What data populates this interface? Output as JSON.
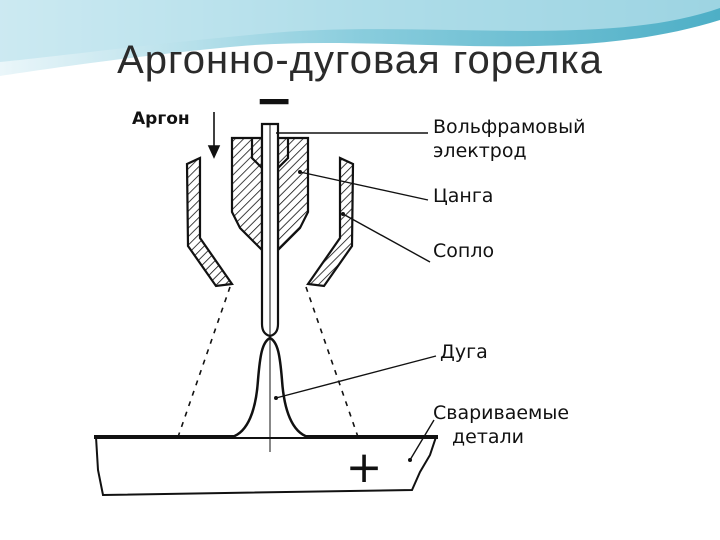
{
  "slide": {
    "title": "Аргонно-дуговая горелка"
  },
  "diagram": {
    "labels": {
      "argon": "Аргон",
      "tungsten_electrode_line1": "Вольфрамовый",
      "tungsten_electrode_line2": "электрод",
      "collet": "Цанга",
      "nozzle": "Сопло",
      "arc": "Дуга",
      "workpieces_line1": "Свариваемые",
      "workpieces_line2": "детали"
    },
    "polarity": {
      "electrode": "−",
      "workpiece": "+"
    }
  },
  "colors": {
    "header_teal": "#4fb3c8",
    "header_light": "#cfe9f1",
    "ink": "#111111"
  }
}
